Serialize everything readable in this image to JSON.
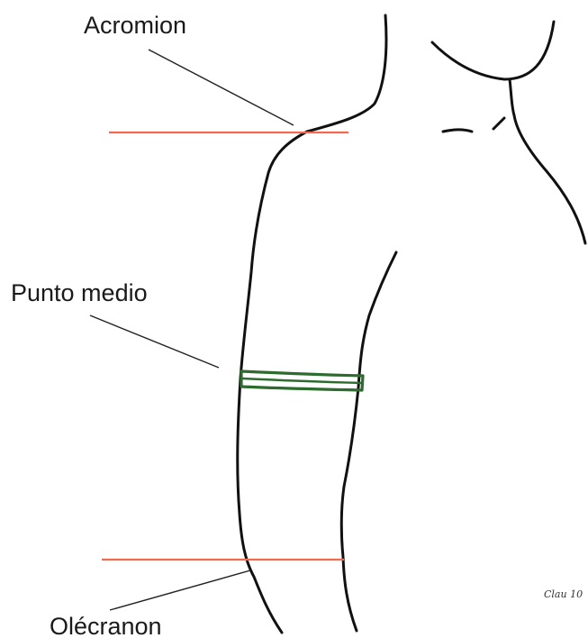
{
  "labels": {
    "acromion": "Acromion",
    "midpoint": "Punto medio",
    "olecranon": "Olécranon"
  },
  "signature": "Clau 10",
  "colors": {
    "outline": "#111111",
    "reference_line": "#f26a4f",
    "band": "#2e6b2e",
    "background": "#ffffff"
  }
}
